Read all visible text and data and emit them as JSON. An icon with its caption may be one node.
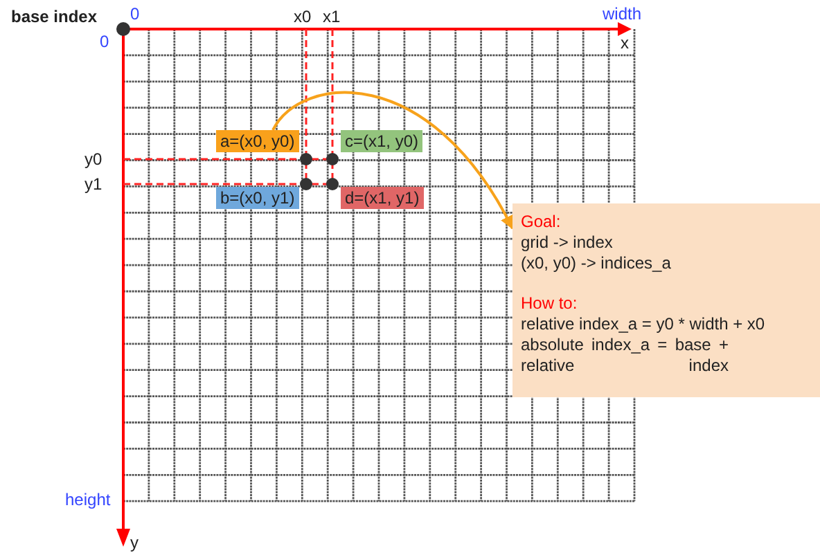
{
  "diagram": {
    "nodes": [
      {
        "text": [
          "a=(x0, y0)"
        ]
      },
      {
        "text": [
          "c=(x1, y0)"
        ]
      },
      {
        "text": [
          "b=(x0, y1)"
        ]
      },
      {
        "text": [
          "d=(x1, y1)"
        ]
      },
      {
        "text": [
          "Goal:",
          "grid -> index",
          "(x0, y0) -> indices_a",
          "How to:",
          "relative index_a = y0 * width + x0",
          "absolute index_a = base + relative index"
        ]
      }
    ],
    "edges": [
      {
        "from": 0,
        "to": 4,
        "arrow": "to",
        "color": "#f7a21b"
      }
    ],
    "labels": [
      "base index",
      "0",
      "x0",
      "x1",
      "width",
      "x",
      "0",
      "y0",
      "y1",
      "height",
      "y"
    ]
  }
}
